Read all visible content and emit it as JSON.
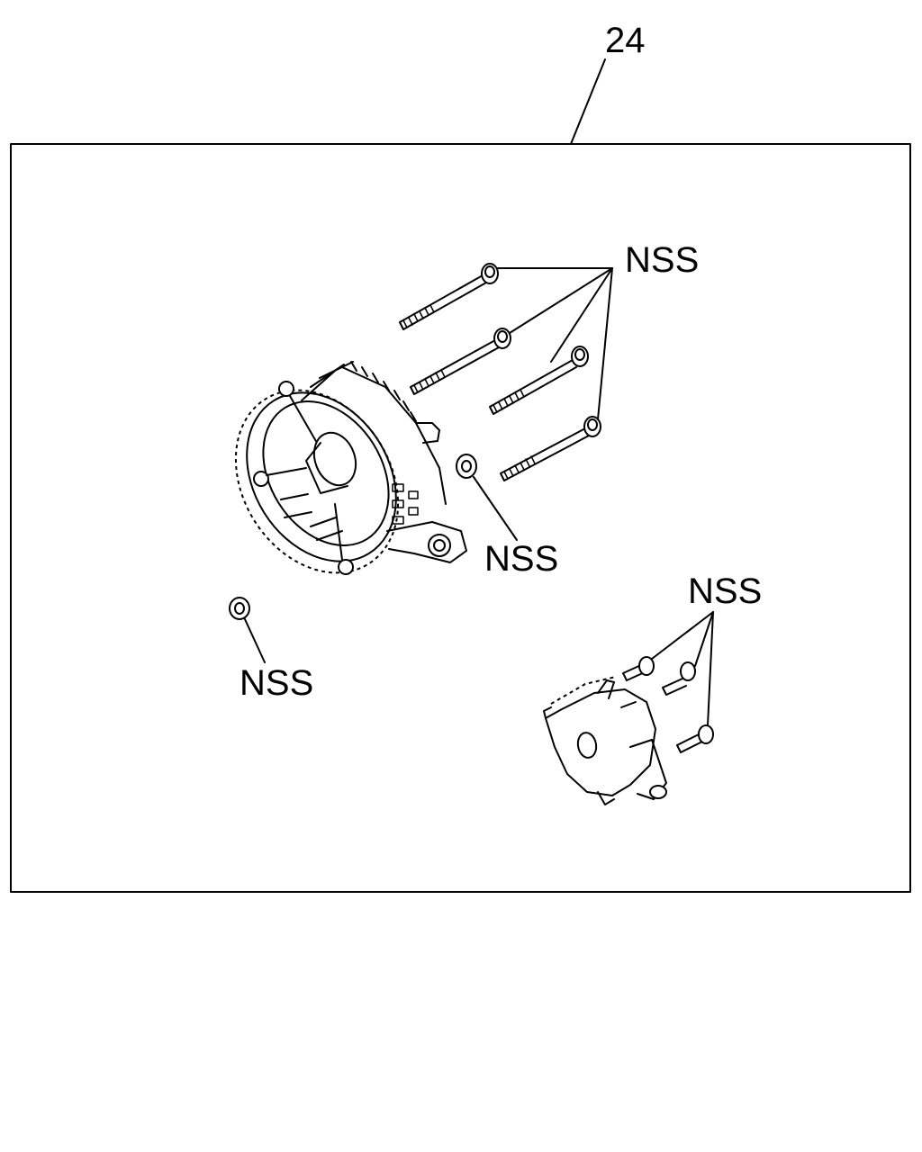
{
  "diagram": {
    "callout_number": "24",
    "labels": {
      "nss_long_bolts": "NSS",
      "nss_nut": "NSS",
      "nss_small_bolts": "NSS",
      "nss_bushing": "NSS"
    }
  }
}
